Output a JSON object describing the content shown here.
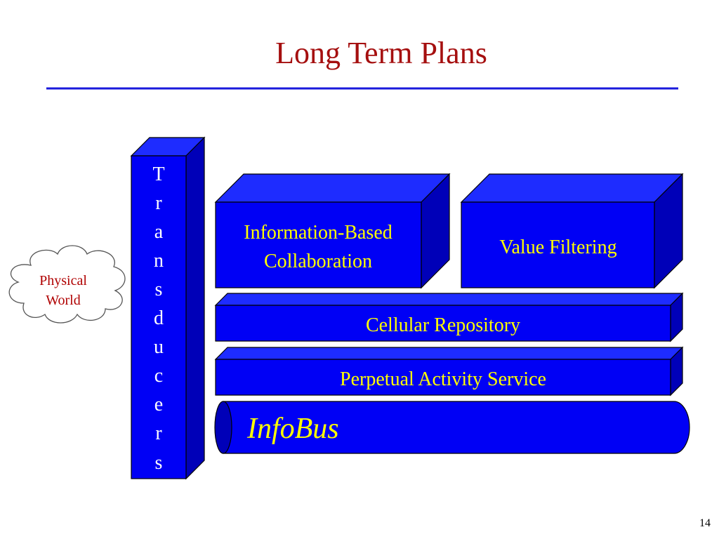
{
  "slide": {
    "title": "Long Term Plans",
    "page_number": "14"
  },
  "colors": {
    "title": "#A50F0F",
    "rule": "#1A1ADC",
    "box_front": "#0000F5",
    "box_top": "#1E2CFF",
    "box_side": "#0000B8",
    "box_text": "#FFFF00",
    "transducer_text": "#FFFFFF",
    "cloud_text": "#B00000",
    "infobus_text": "#FFFF00"
  },
  "diagram": {
    "cloud_label": [
      "Physical",
      "World"
    ],
    "transducers_letters": [
      "T",
      "r",
      "a",
      "n",
      "s",
      "d",
      "u",
      "c",
      "e",
      "r",
      "s"
    ],
    "info_collab_lines": [
      "Information-Based",
      "Collaboration"
    ],
    "value_filtering": "Value Filtering",
    "cellular_repository": "Cellular Repository",
    "perpetual_activity": "Perpetual Activity Service",
    "infobus": "InfoBus"
  }
}
